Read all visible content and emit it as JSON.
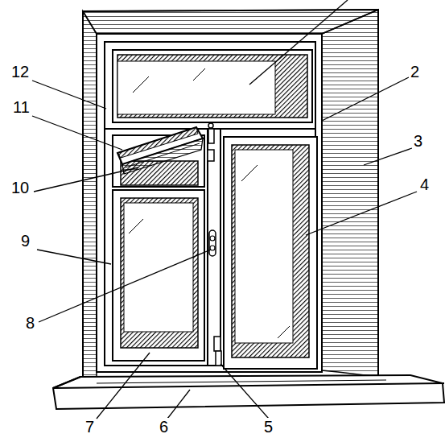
{
  "diagram": {
    "labels": [
      "12",
      "11",
      "10",
      "9",
      "8",
      "7",
      "6",
      "5",
      "4",
      "3",
      "2"
    ]
  }
}
